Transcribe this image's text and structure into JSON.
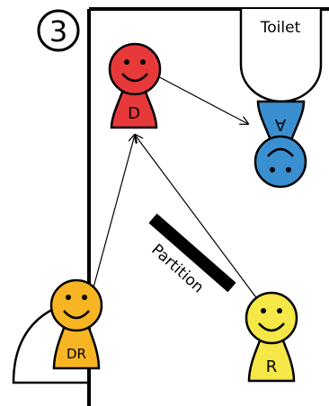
{
  "step_marker": "3",
  "labels": {
    "toilet": "Toilet",
    "partition": "Partition"
  },
  "figures": {
    "d": {
      "label": "D",
      "color": "#e8393a"
    },
    "a": {
      "label": "A",
      "color": "#3a8fd0"
    },
    "dr": {
      "label": "DR",
      "color": "#f7b523"
    },
    "r": {
      "label": "R",
      "color": "#f4e746"
    }
  },
  "colors": {
    "line": "#000000",
    "fixture_fill": "#ffffff",
    "background": "#ffffff"
  }
}
